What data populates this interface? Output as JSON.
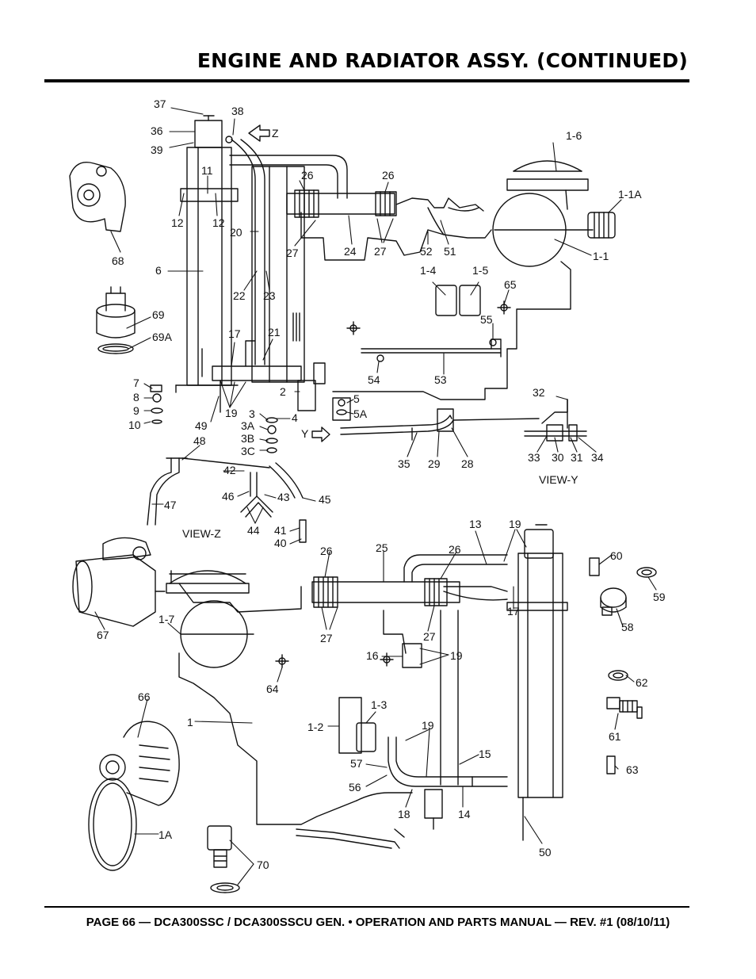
{
  "header": {
    "title": "ENGINE AND RADIATOR ASSY. (CONTINUED)"
  },
  "footer": {
    "text": "PAGE 66 — DCA300SSC / DCA300SSCU GEN. • OPERATION AND PARTS MANUAL — REV. #1 (08/10/11)"
  },
  "diagram": {
    "callouts": {
      "p37": "37",
      "p38": "38",
      "p36": "36",
      "p39": "39",
      "p11": "11",
      "z_arrow": "Z",
      "p26a": "26",
      "p26b": "26",
      "p1_6": "1-6",
      "p1_1a": "1-1A",
      "p12a": "12",
      "p12b": "12",
      "p20": "20",
      "p27a": "27",
      "p24": "24",
      "p27b": "27",
      "p52": "52",
      "p51": "51",
      "p1_1": "1-1",
      "p68": "68",
      "p6": "6",
      "p1_4": "1-4",
      "p1_5": "1-5",
      "p65": "65",
      "p22": "22",
      "p23": "23",
      "p69": "69",
      "p69a": "69A",
      "p55": "55",
      "p17a": "17",
      "p21": "21",
      "p54": "54",
      "p53": "53",
      "p7": "7",
      "p8": "8",
      "p9": "9",
      "p10": "10",
      "p2": "2",
      "p5": "5",
      "p5a": "5A",
      "p32": "32",
      "p49": "49",
      "p19a": "19",
      "p3": "3",
      "p3a": "3A",
      "p3b": "3B",
      "p3c": "3C",
      "p4": "4",
      "y_label": "Y",
      "p33": "33",
      "p30": "30",
      "p31": "31",
      "p34": "34",
      "p48": "48",
      "p35": "35",
      "p29": "29",
      "p28": "28",
      "p42": "42",
      "p47": "47",
      "p46": "46",
      "p43": "43",
      "p45": "45",
      "view_y": "VIEW-Y",
      "view_z": "VIEW-Z",
      "p44": "44",
      "p41": "41",
      "p40": "40",
      "p13": "13",
      "p19b": "19",
      "p60": "60",
      "p26c": "26",
      "p25": "25",
      "p26d": "26",
      "p59": "59",
      "p67": "67",
      "p1_7": "1-7",
      "p17b": "17",
      "p58": "58",
      "p27c": "27",
      "p27d": "27",
      "p16": "16",
      "p19c": "19",
      "p64": "64",
      "p62": "62",
      "p66": "66",
      "p1_3": "1-3",
      "p1": "1",
      "p1_2": "1-2",
      "p19d": "19",
      "p61": "61",
      "p15": "15",
      "p63": "63",
      "p57": "57",
      "p56": "56",
      "p18": "18",
      "p14": "14",
      "p1a": "1A",
      "p70": "70",
      "p50": "50"
    }
  }
}
